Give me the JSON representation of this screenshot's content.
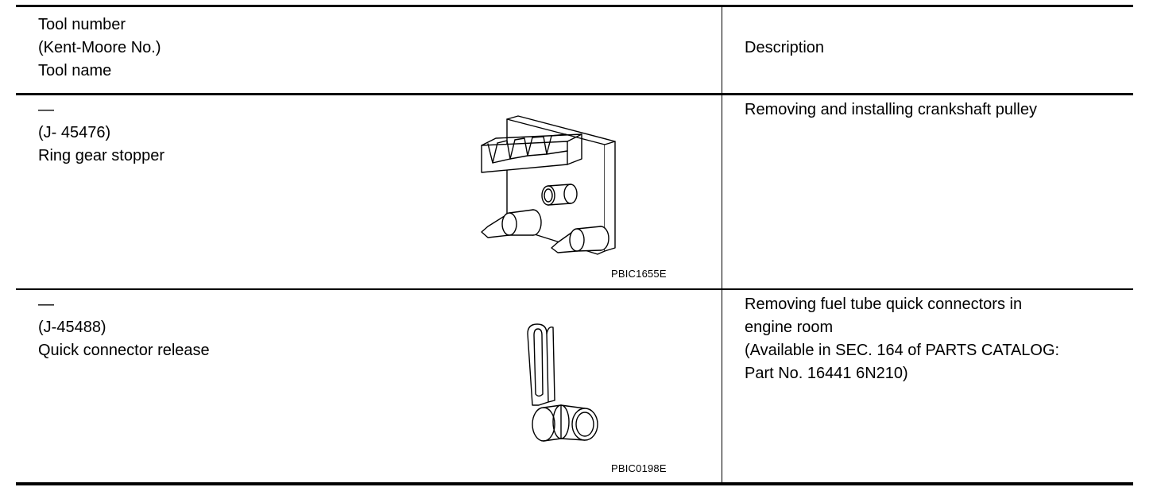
{
  "header": {
    "tool_col": {
      "line1": "Tool number",
      "line2": "(Kent-Moore No.)",
      "line3": "Tool name"
    },
    "description_label": "Description"
  },
  "rows": [
    {
      "tool_number": "—",
      "kent_moore_no": "(J- 45476)",
      "tool_name": "Ring gear stopper",
      "figure_code": "PBIC1655E",
      "description": [
        "Removing and installing crankshaft pulley"
      ]
    },
    {
      "tool_number": "—",
      "kent_moore_no": "(J-45488)",
      "tool_name": "Quick connector release",
      "figure_code": "PBIC0198E",
      "description": [
        "Removing fuel tube quick connectors in",
        "engine room",
        "(Available in SEC. 164 of  PARTS CATALOG:",
        "Part No. 16441 6N210)"
      ]
    }
  ]
}
